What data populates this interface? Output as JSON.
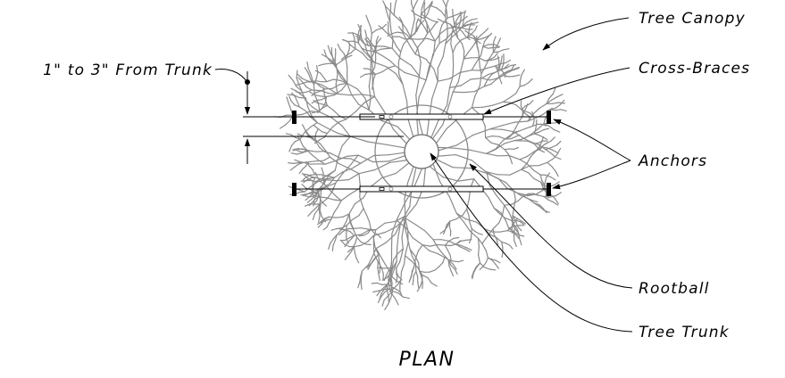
{
  "labels": {
    "tree_canopy": "Tree Canopy",
    "cross_braces": "Cross-Braces",
    "distance_from_trunk": "1\" to 3\" From Trunk",
    "anchors": "Anchors",
    "rootball": "Rootball",
    "tree_trunk": "Tree Trunk"
  },
  "title": "PLAN",
  "colors": {
    "linework": "#000000",
    "canopy": "#8a8a8a",
    "background": "#ffffff"
  }
}
